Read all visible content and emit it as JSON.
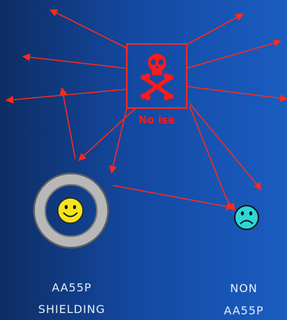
{
  "noise_source": {
    "label": "No ise",
    "icon": "skull-crossbones-icon"
  },
  "shielded": {
    "caption_line1": "AA55P",
    "caption_line2": "SHIELDING",
    "icon": "happy-face-icon"
  },
  "unshielded": {
    "caption_line1": "NON",
    "caption_line2": "AA55P",
    "icon": "sad-face-icon"
  },
  "colors": {
    "arrow": "#ff2a1a",
    "shield_ring": "#b8b8b8",
    "happy_face": "#f4e41c",
    "sad_face": "#2fd6d6"
  }
}
